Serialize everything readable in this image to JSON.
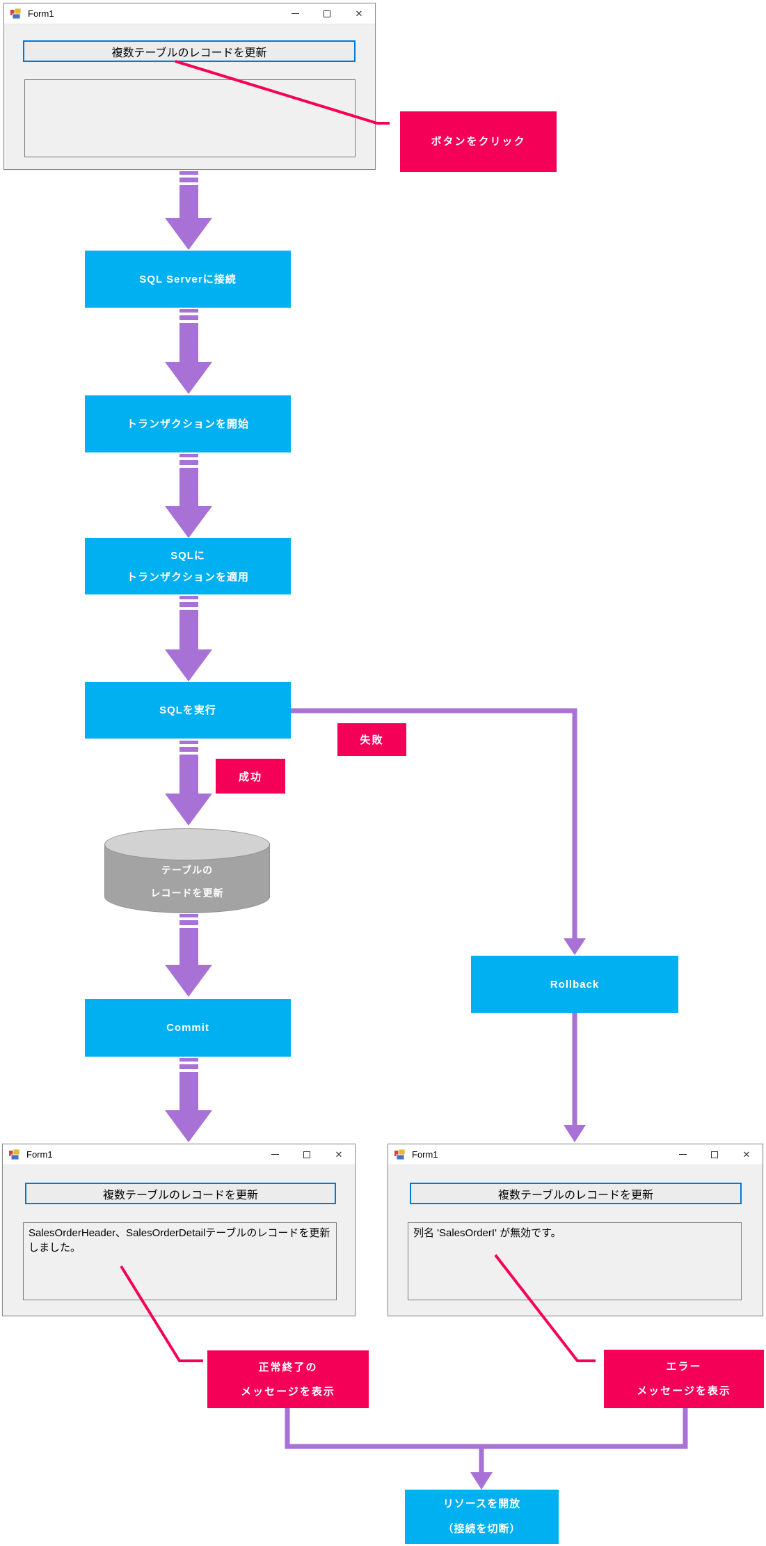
{
  "colors": {
    "process_box": "#00b0f0",
    "flow_arrow": "#a771d6",
    "annotation": "#f50057",
    "cylinder_body": "#a3a3a3",
    "cylinder_top": "#d2d2d2",
    "button_focus_border": "#0078d7"
  },
  "icons": {
    "close": "✕",
    "minimize": "minimize-bar",
    "maximize": "maximize-square",
    "app": "winforms-app-icon"
  },
  "windows": {
    "initial": {
      "title": "Form1",
      "button": "複数テーブルのレコードを更新",
      "output": ""
    },
    "success": {
      "title": "Form1",
      "button": "複数テーブルのレコードを更新",
      "output": "SalesOrderHeader、SalesOrderDetailテーブルのレコードを更新しました。"
    },
    "error": {
      "title": "Form1",
      "button": "複数テーブルのレコードを更新",
      "output": "列名 'SalesOrderI' が無効です。"
    }
  },
  "steps": {
    "connect": "SQL Serverに接続",
    "begin_transaction": "トランザクションを開始",
    "apply_transaction": {
      "line1": "SQLに",
      "line2": "トランザクションを適用"
    },
    "execute_sql": "SQLを実行",
    "update_records": {
      "line1": "テーブルの",
      "line2": "レコードを更新"
    },
    "commit": "Commit",
    "rollback": "Rollback",
    "release": {
      "line1": "リソースを開放",
      "line2": "（接続を切断）"
    }
  },
  "annotations": {
    "click_button": "ボタンをクリック",
    "success_label": "成功",
    "failure_label": "失敗",
    "success_message": {
      "line1": "正常終了の",
      "line2": "メッセージを表示"
    },
    "error_message": {
      "line1": "エラー",
      "line2": "メッセージを表示"
    }
  }
}
